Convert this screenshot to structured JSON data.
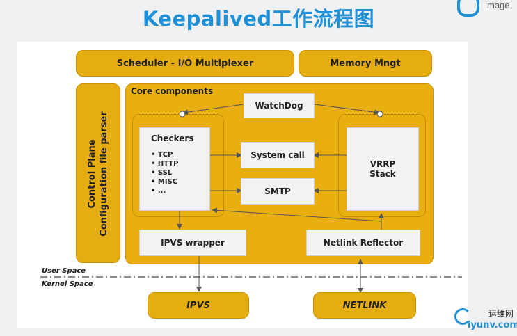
{
  "title": "Keepalived工作流程图",
  "logo": {
    "text": "mage",
    "icon": "brand-logo-icon"
  },
  "diagram": {
    "scheduler": "Scheduler - I/O Multiplexer",
    "memory": "Memory Mngt",
    "control_plane": [
      "Control Plane",
      "Configuration file parser"
    ],
    "core_label": "Core components",
    "watchdog": "WatchDog",
    "checkers": {
      "title": "Checkers",
      "items": [
        "TCP",
        "HTTP",
        "SSL",
        "MISC",
        "..."
      ]
    },
    "system_call": "System call",
    "smtp": "SMTP",
    "vrrp": [
      "VRRP",
      "Stack"
    ],
    "ipvs_wrapper": "IPVS wrapper",
    "netlink_reflector": "Netlink Reflector",
    "user_space": "User Space",
    "kernel_space": "Kernel Space",
    "ipvs": "IPVS",
    "netlink": "NETLINK"
  },
  "watermark": {
    "cn": "运维网",
    "en": "iyunv.com"
  },
  "colors": {
    "title": "#1f8fd6",
    "box": "#e6ad12",
    "panel": "#ffffff"
  }
}
